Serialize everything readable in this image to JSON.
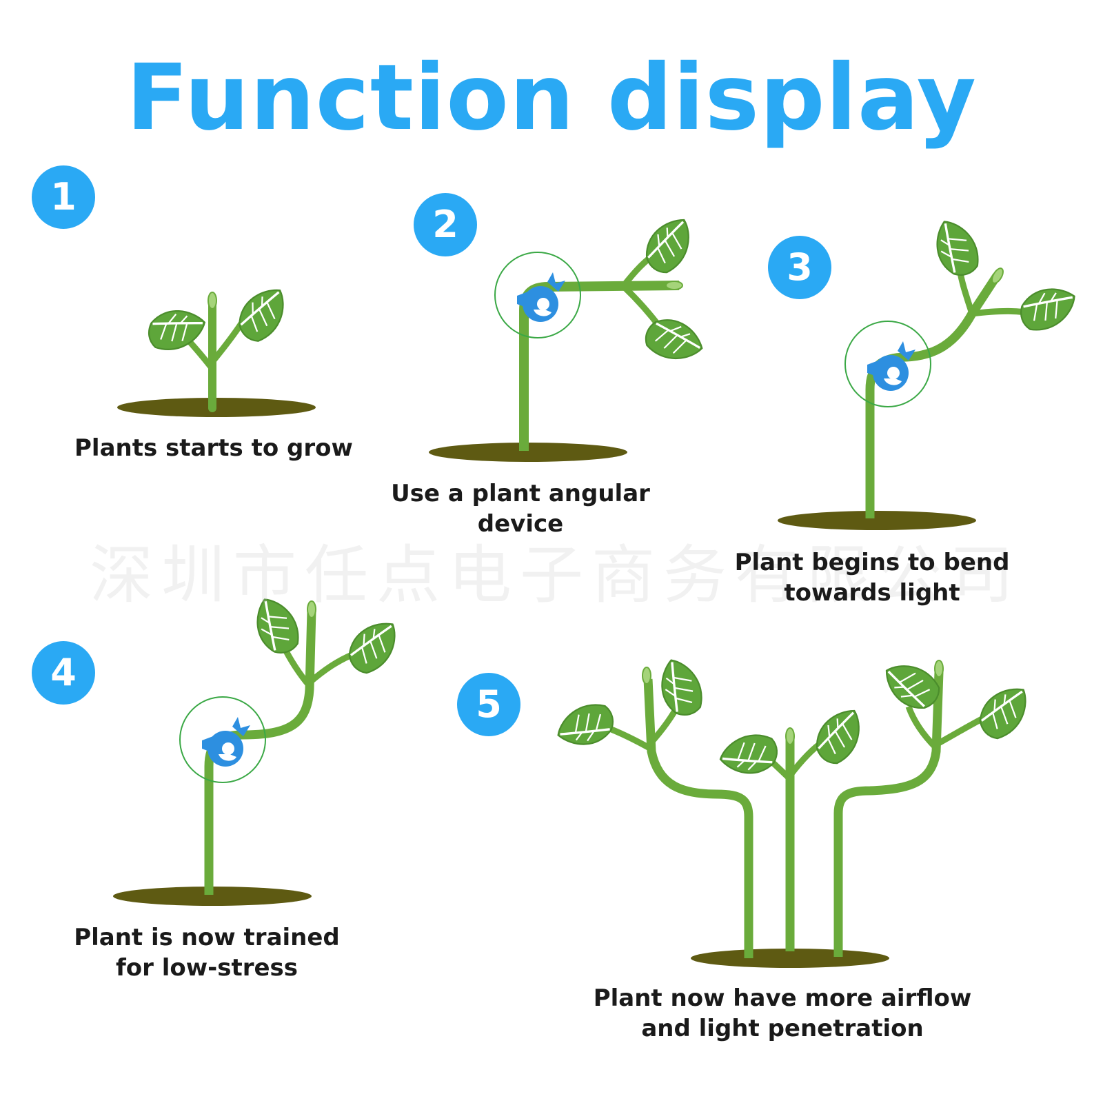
{
  "title": "Function display",
  "watermark": "深圳市任点电子商务有限公司",
  "colors": {
    "accent": "#2aa9f4",
    "stem": "#6aab3b",
    "leaf": "#5ea63a",
    "soil": "#5e5a12",
    "ring": "#3aa845",
    "clip": "#2d8fe0"
  },
  "steps": [
    {
      "number": "1",
      "caption_lines": [
        "Plants starts to grow"
      ]
    },
    {
      "number": "2",
      "caption_lines": [
        "Use a plant angular",
        "device"
      ]
    },
    {
      "number": "3",
      "caption_lines": [
        "Plant begins to bend",
        "towards light"
      ]
    },
    {
      "number": "4",
      "caption_lines": [
        "Plant is now trained",
        "for low-stress"
      ]
    },
    {
      "number": "5",
      "caption_lines": [
        "Plant now have more airflow",
        "and light penetration"
      ]
    }
  ]
}
